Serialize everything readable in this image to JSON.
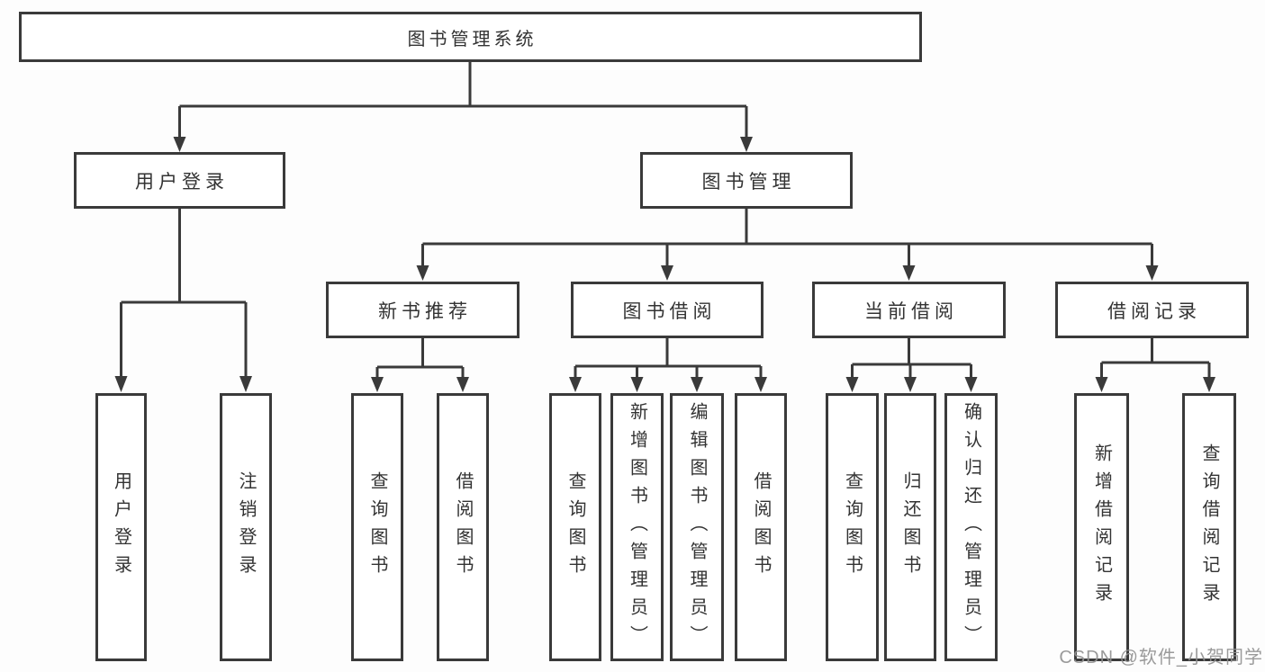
{
  "watermark": {
    "text": "CSDN @软件_小贺同学"
  },
  "colors": {
    "line": "#3a3a3a",
    "text": "#333333",
    "box_background": "#ffffff",
    "page_background": "#fdfdfd",
    "watermark": "#919191"
  },
  "tree": {
    "root": {
      "label": "图书管理系统"
    },
    "branches": [
      {
        "label": "用户登录",
        "leaves": [
          {
            "label": "用户登录"
          },
          {
            "label": "注销登录"
          }
        ]
      },
      {
        "label": "图书管理",
        "groups": [
          {
            "label": "新书推荐",
            "leaves": [
              {
                "label": "查询图书"
              },
              {
                "label": "借阅图书"
              }
            ]
          },
          {
            "label": "图书借阅",
            "leaves": [
              {
                "label": "查询图书"
              },
              {
                "label": "新增图书（管理员）"
              },
              {
                "label": "编辑图书（管理员）"
              },
              {
                "label": "借阅图书"
              }
            ]
          },
          {
            "label": "当前借阅",
            "leaves": [
              {
                "label": "查询图书"
              },
              {
                "label": "归还图书"
              },
              {
                "label": "确认归还（管理员）"
              }
            ]
          },
          {
            "label": "借阅记录",
            "leaves": [
              {
                "label": "新增借阅记录"
              },
              {
                "label": "查询借阅记录"
              }
            ]
          }
        ]
      }
    ]
  }
}
